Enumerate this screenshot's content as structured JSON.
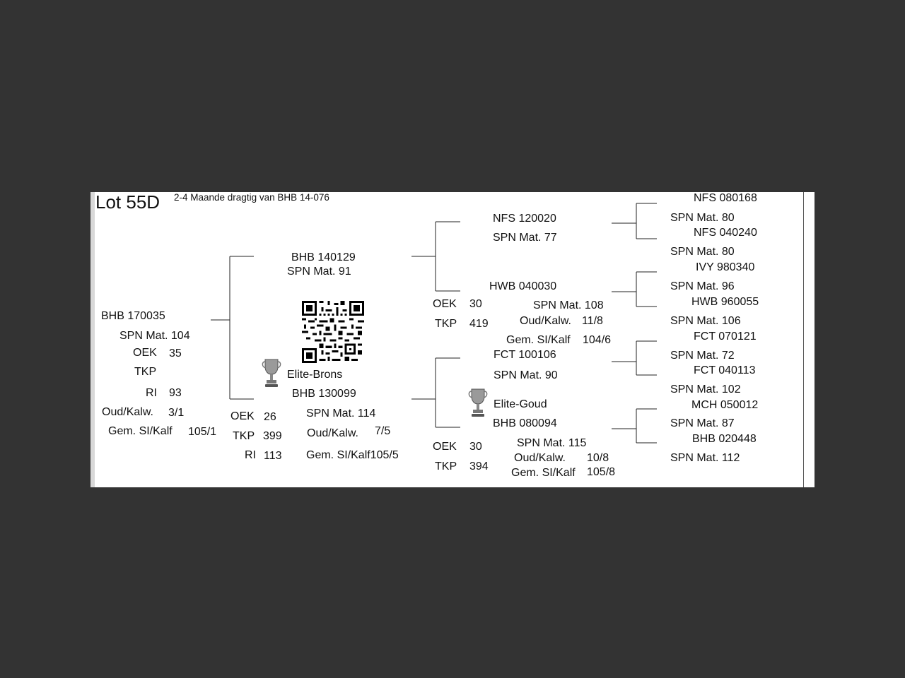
{
  "header": {
    "lot": "Lot 55D",
    "subtitle": "2-4 Maande dragtig van BHB 14-076"
  },
  "animal": {
    "id": "BHB 170035",
    "spn": "SPN Mat. 104",
    "oek_label": "OEK",
    "oek": "35",
    "tkp_label": "TKP",
    "ri_label": "RI",
    "ri": "93",
    "oud_label": "Oud/Kalw.",
    "oud": "3/1",
    "gem_label": "Gem. SI/Kalf",
    "gem": "105/1"
  },
  "sire": {
    "id": "BHB 140129",
    "spn": "SPN Mat. 91"
  },
  "dam": {
    "award": "Elite-Brons",
    "id": "BHB 130099",
    "oek_label": "OEK",
    "oek": "26",
    "tkp_label": "TKP",
    "tkp": "399",
    "ri_label": "RI",
    "ri": "113",
    "spn": "SPN Mat. 114",
    "oud_label": "Oud/Kalw.",
    "oud": "7/5",
    "gem": "Gem. SI/Kalf105/5"
  },
  "sire_sire": {
    "id": "NFS 120020",
    "spn": "SPN Mat. 77"
  },
  "sire_dam": {
    "id": "HWB 040030",
    "oek_label": "OEK",
    "oek": "30",
    "tkp_label": "TKP",
    "tkp": "419",
    "spn": "SPN Mat. 108",
    "oud_label": "Oud/Kalw.",
    "oud": "11/8",
    "gem_label": "Gem. SI/Kalf",
    "gem": "104/6"
  },
  "dam_sire": {
    "id": "FCT 100106",
    "spn": "SPN Mat. 90"
  },
  "dam_dam": {
    "award": "Elite-Goud",
    "id": "BHB 080094",
    "oek_label": "OEK",
    "oek": "30",
    "tkp_label": "TKP",
    "tkp": "394",
    "spn": "SPN Mat. 115",
    "oud_label": "Oud/Kalw.",
    "oud": "10/8",
    "gem_label": "Gem. SI/Kalf",
    "gem": "105/8"
  },
  "ggp": [
    {
      "id": "NFS 080168",
      "spn": "SPN Mat. 80"
    },
    {
      "id": "NFS 040240",
      "spn": "SPN Mat. 80"
    },
    {
      "id": "IVY 980340",
      "spn": "SPN Mat. 96"
    },
    {
      "id": "HWB 960055",
      "spn": "SPN Mat. 106"
    },
    {
      "id": "FCT 070121",
      "spn": "SPN Mat. 72"
    },
    {
      "id": "FCT 040113",
      "spn": "SPN Mat. 102"
    },
    {
      "id": "MCH 050012",
      "spn": "SPN Mat. 87"
    },
    {
      "id": "BHB 020448",
      "spn": "SPN Mat. 112"
    }
  ]
}
